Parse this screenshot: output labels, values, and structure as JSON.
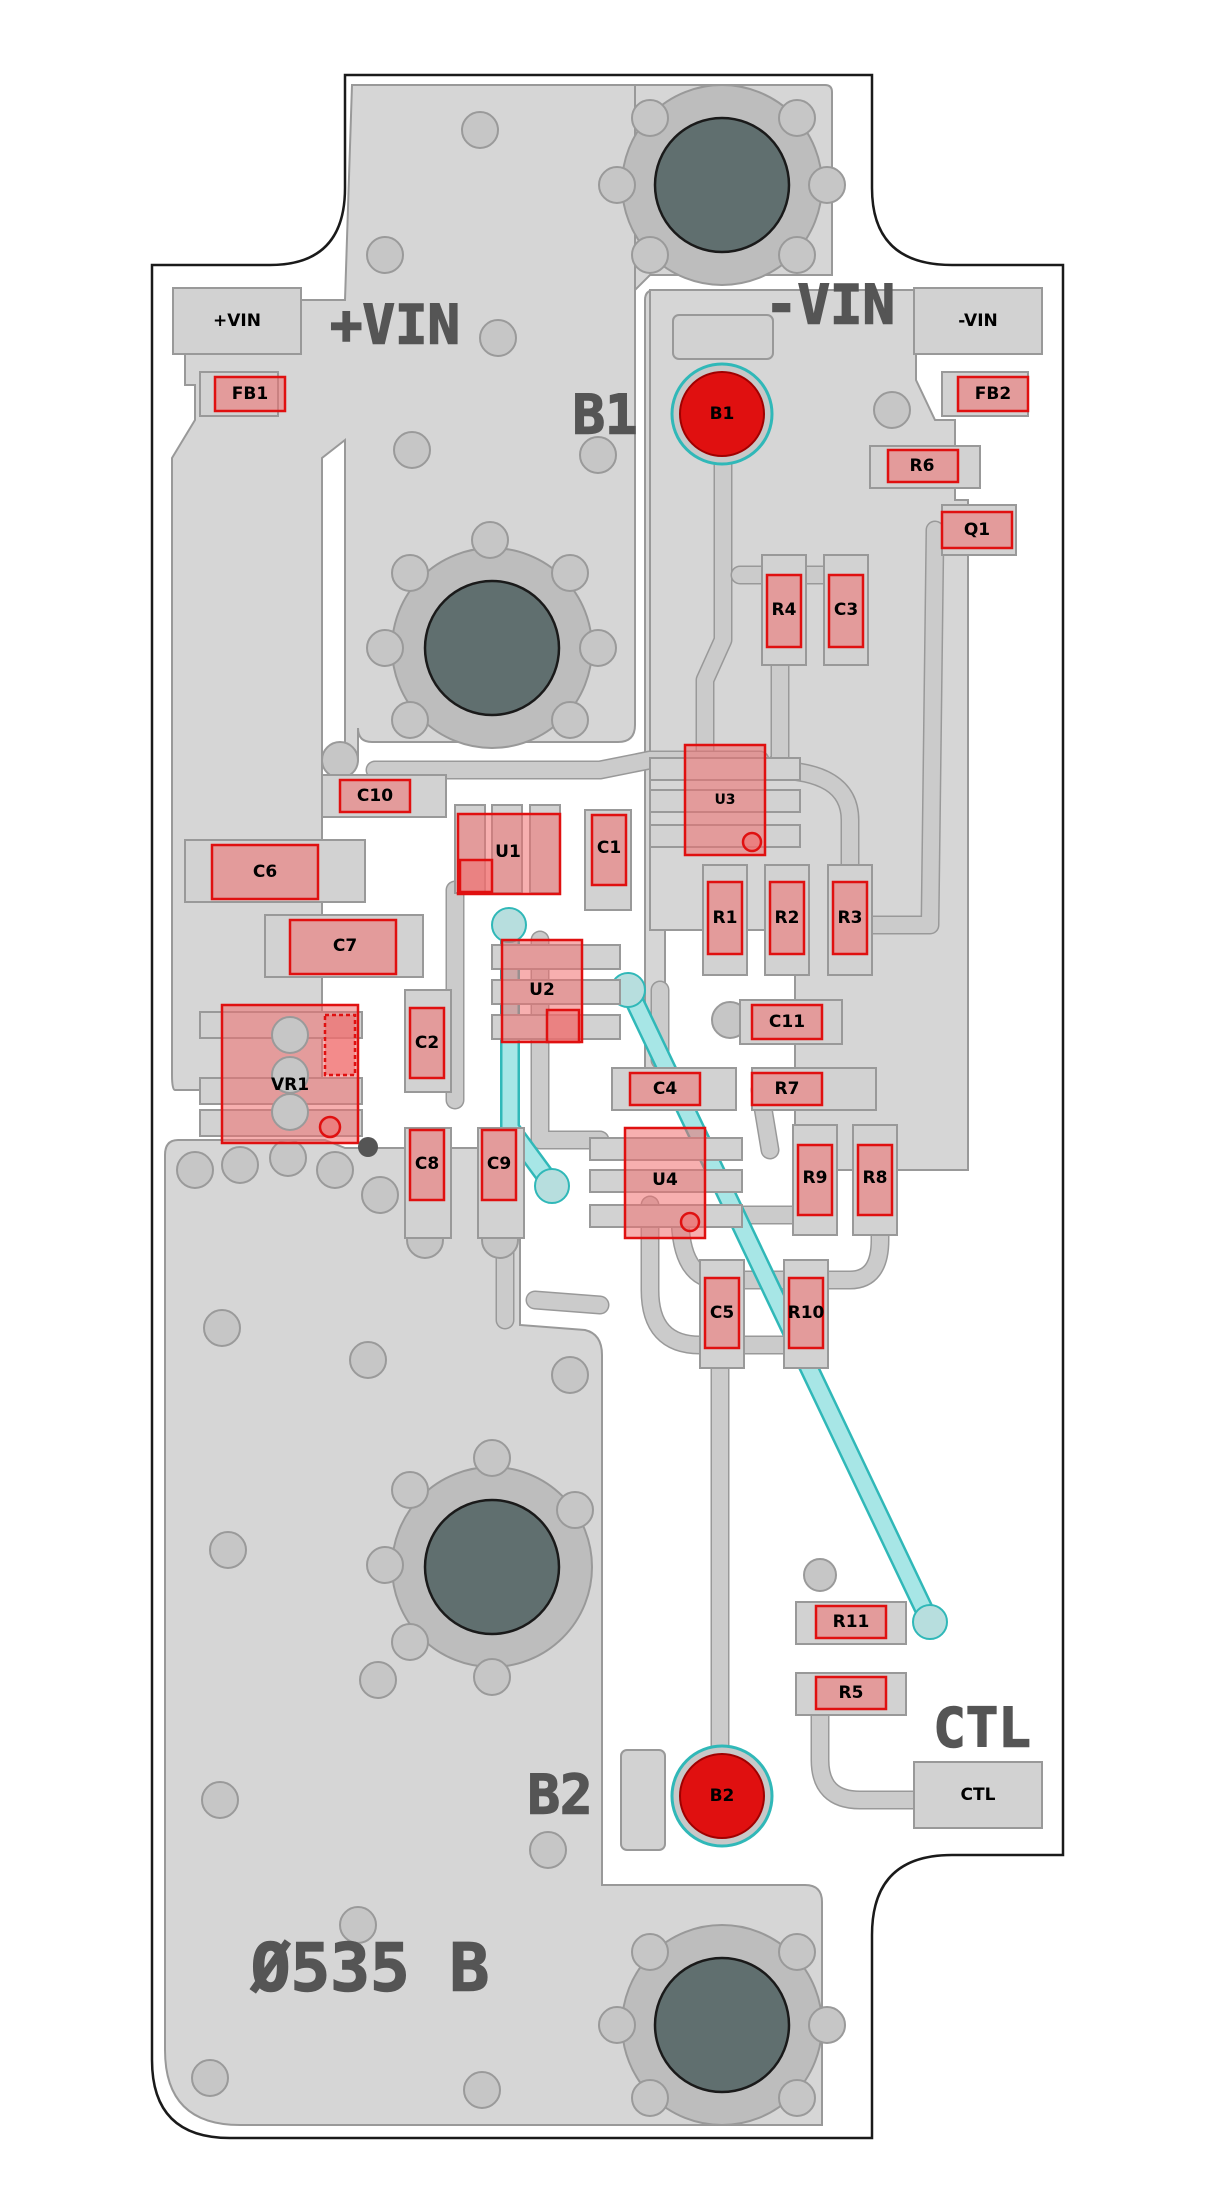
{
  "board": {
    "id_text": "Ø535 B",
    "silk_labels": {
      "vin_pos": "+VIN",
      "vin_neg": "-VIN",
      "b1": "B1",
      "b2": "B2",
      "ctl": "CTL"
    },
    "pads": {
      "vin_pos": "+VIN",
      "vin_neg": "-VIN",
      "ctl": "CTL",
      "b1": "B1",
      "b2": "B2"
    },
    "components": {
      "fb1": "FB1",
      "fb2": "FB2",
      "r1": "R1",
      "r2": "R2",
      "r3": "R3",
      "r4": "R4",
      "r5": "R5",
      "r6": "R6",
      "r7": "R7",
      "r8": "R8",
      "r9": "R9",
      "r10": "R10",
      "r11": "R11",
      "c1": "C1",
      "c2": "C2",
      "c3": "C3",
      "c4": "C4",
      "c5": "C5",
      "c6": "C6",
      "c7": "C7",
      "c8": "C8",
      "c9": "C9",
      "c10": "C10",
      "c11": "C11",
      "u1": "U1",
      "u2": "U2",
      "u3": "U3",
      "u4": "U4",
      "q1": "Q1",
      "vr1": "VR1"
    },
    "colors": {
      "copper_pour": "#d6d6d6",
      "component_body": "#f07070",
      "component_outline": "#e01010",
      "jumper_wire": "#30b8b8",
      "mounting_hole": "#606f6f",
      "silkscreen": "#555555"
    }
  }
}
